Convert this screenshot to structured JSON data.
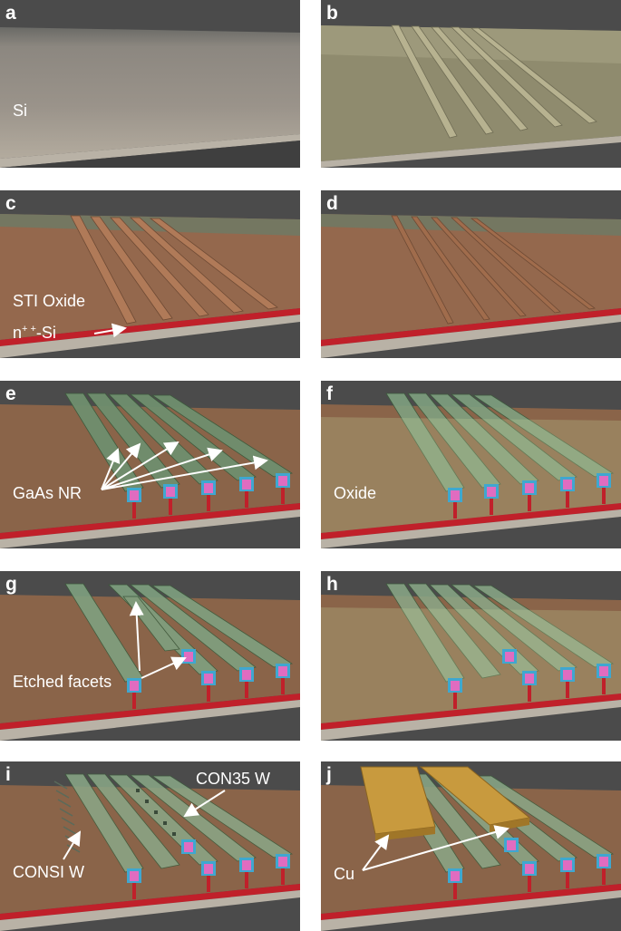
{
  "panels": {
    "a": {
      "letter": "a"
    },
    "b": {
      "letter": "b"
    },
    "c": {
      "letter": "c"
    },
    "d": {
      "letter": "d"
    },
    "e": {
      "letter": "e"
    },
    "f": {
      "letter": "f"
    },
    "g": {
      "letter": "g"
    },
    "h": {
      "letter": "h"
    },
    "i": {
      "letter": "i"
    },
    "j": {
      "letter": "j"
    }
  },
  "labels": {
    "si": "Si",
    "sti_oxide": "STI Oxide",
    "n_base": "n",
    "n_sup": "+ +",
    "n_suffix": "-Si",
    "gaas_nr": "GaAs NR",
    "oxide": "Oxide",
    "etched_facets": "Etched facets",
    "consi_w": "CONSI W",
    "con35_w": "CON35 W",
    "cu": "Cu"
  },
  "colors": {
    "background": "#4a4a4a",
    "silicon": "#a59c90",
    "sti_oxide": "#9b6b50",
    "n_plus_si": "#c0202a",
    "gaas_nr": "#6f8f6e",
    "nr_core_pink": "#e06cc0",
    "nr_shell_blue": "#3fa7d0",
    "copper": "#c89a3e",
    "label": "#ffffff"
  }
}
